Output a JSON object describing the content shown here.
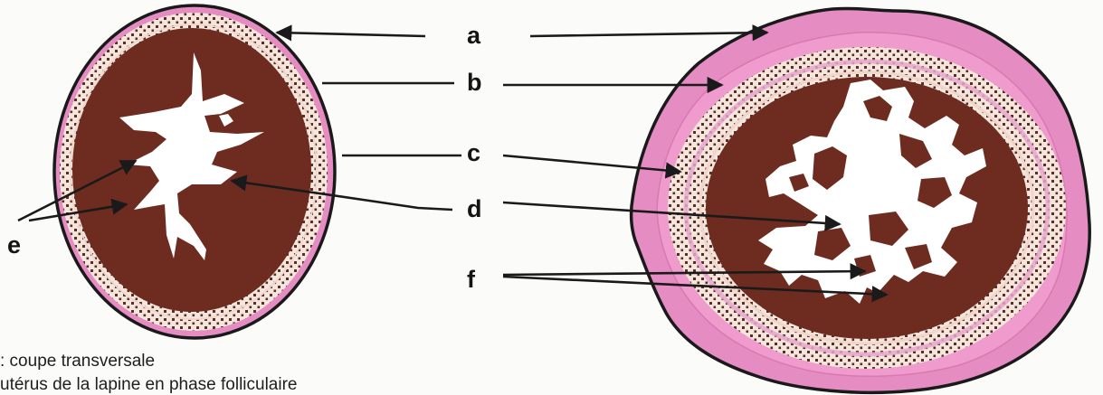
{
  "labels": {
    "a": "a",
    "b": "b",
    "c": "c",
    "d": "d",
    "e": "e",
    "f": "f"
  },
  "caption": {
    "line1": ": coupe transversale",
    "line2": "utérus de la lapine en phase folliculaire"
  },
  "colors": {
    "background": "#fbfbf9",
    "outer_layer": "#e58cc2",
    "outer_layer_inner_band": "#ef9bcd",
    "stippled_layer": "#f4e6dc",
    "stipple_dots": "#5a2e26",
    "mucosa": "#6e2c20",
    "lumen": "#ffffff",
    "outline": "#1a1a1a"
  }
}
